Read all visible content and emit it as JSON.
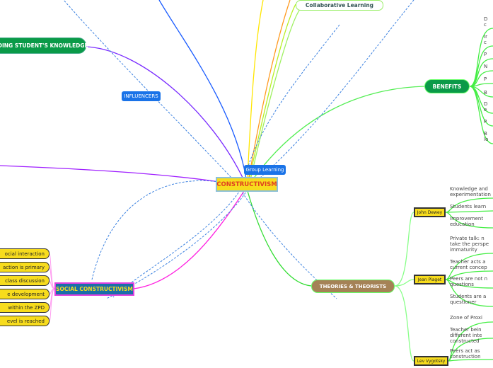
{
  "central": {
    "label": "CONSTRUCTIVISM"
  },
  "group_learning": {
    "label": "Group Learning"
  },
  "influencers": {
    "label": "INFLUENCERS"
  },
  "knowledge": {
    "label": "BUILDING STUDENT'S KNOWLEDGE"
  },
  "collaborative": {
    "label": "Collaborative Learning"
  },
  "benefits": {
    "label": "BENEFITS",
    "children": [
      "D\nc",
      "Ir\nc",
      "P",
      "N",
      "P",
      "B",
      "D\ne",
      "P",
      "B\nlo"
    ]
  },
  "theories": {
    "label": "THEORIES & THEORISTS",
    "dewey": {
      "label": "John Dewey",
      "children": [
        "Knowledge and\nexperimentation",
        "Students learn",
        "Improvement\neducation"
      ]
    },
    "piaget": {
      "label": "Jean Piaget",
      "children": [
        "Private talk: n\ntake the perspe\nimmaturity",
        "Teacher acts a\ncurrent concep",
        "Peers are not n\nquestions",
        "Students are a\nquestioner"
      ]
    },
    "vygotsky": {
      "label": "Lev Vygotsky",
      "children": [
        "Zone of Proxi",
        "Teacher bein\ndifferent inte\nconstructed",
        "Peers act as\nconstruction"
      ]
    }
  },
  "social": {
    "label": "SOCIAL CONSTRUCTIVISM",
    "children": [
      "ocial interaction",
      "action is primary",
      "class discussion",
      "e development",
      "within the ZPD",
      "evel is reached"
    ]
  }
}
